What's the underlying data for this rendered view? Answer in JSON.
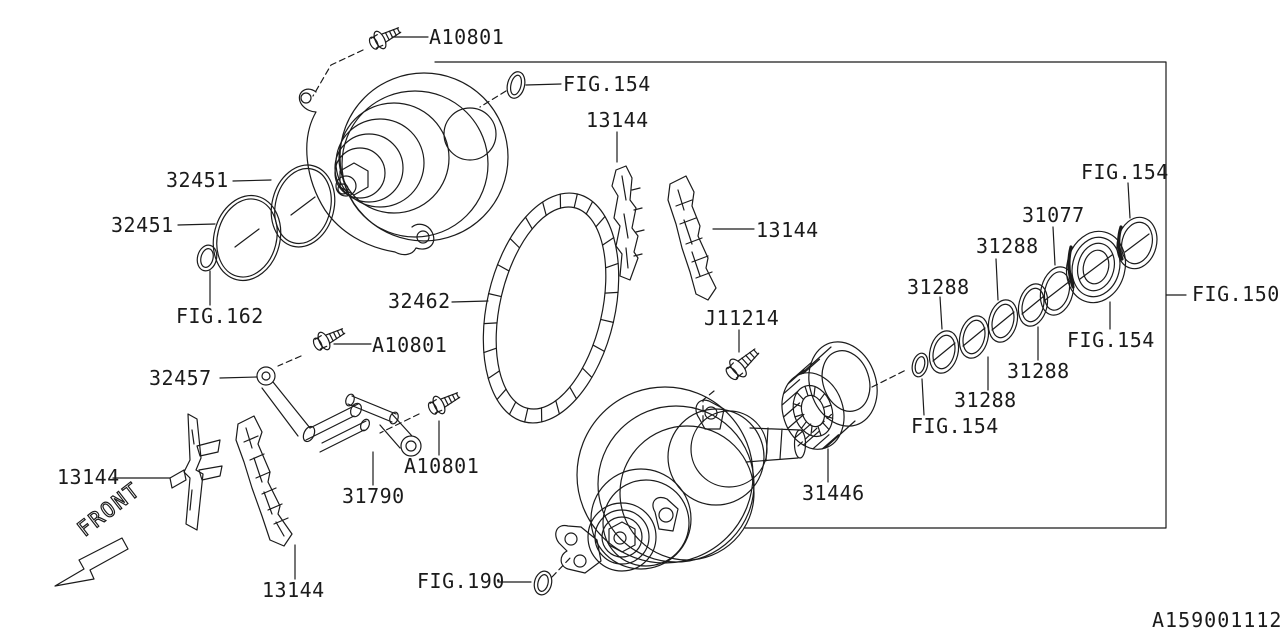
{
  "diagram": {
    "figure_ref": "FIG.150",
    "drawing_number": "A159001112",
    "front_label": "FRONT"
  },
  "callouts": {
    "a10801_top": "A10801",
    "fig154_top": "FIG.154",
    "c13144_top": "13144",
    "c13144_right": "13144",
    "c32451_top": "32451",
    "c32451_left": "32451",
    "fig162": "FIG.162",
    "c32462": "32462",
    "a10801_mid": "A10801",
    "c32457": "32457",
    "c13144_left": "13144",
    "c31790": "31790",
    "a10801_low": "A10801",
    "c13144_bottom": "13144",
    "fig190": "FIG.190",
    "j11214": "J11214",
    "c31288_left": "31288",
    "c31288_top": "31288",
    "c31077": "31077",
    "fig154_right_top": "FIG.154",
    "c31288_bottom_a": "31288",
    "c31288_bottom_b": "31288",
    "fig154_right_mid": "FIG.154",
    "fig154_small": "FIG.154",
    "fig150": "FIG.150",
    "c31446": "31446"
  }
}
